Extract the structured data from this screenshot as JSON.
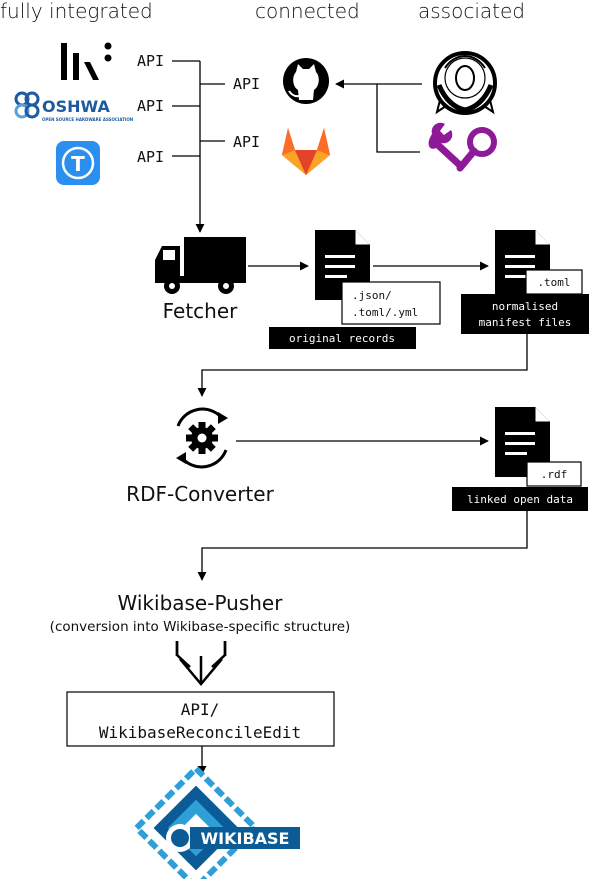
{
  "headers": {
    "fully_integrated": "fully integrated",
    "connected": "connected",
    "associated": "associated"
  },
  "api": {
    "left_1": "API",
    "left_2": "API",
    "left_3": "API",
    "connected_1": "API",
    "connected_2": "API"
  },
  "platforms": {
    "oshwa_name": "OSHWA",
    "oshwa_tagline": "OPEN SOURCE HARDWARE ASSOCIATION",
    "thingiverse_letter": "T",
    "github_icon": "github-icon",
    "gitlab_icon": "gitlab-icon"
  },
  "fetcher": {
    "label": "Fetcher",
    "original_ext": ".json/\n.toml/.yml",
    "original_ext_line1": ".json/",
    "original_ext_line2": ".toml/.yml",
    "original_badge": "original records",
    "normalised_ext": ".toml",
    "normalised_badge_line1": "normalised",
    "normalised_badge_line2": "manifest files"
  },
  "converter": {
    "label": "RDF-Converter",
    "output_ext": ".rdf",
    "output_badge": "linked open data"
  },
  "pusher": {
    "label": "Wikibase-Pusher",
    "sublabel": "(conversion into Wikibase-specific structure)",
    "api_line1": "API/",
    "api_line2": "WikibaseReconcileEdit"
  },
  "wikibase": {
    "logo_text": "WIKIBASE"
  },
  "colors": {
    "oshwa_blue": "#1e5aa0",
    "thingiverse_blue": "#2b8ff0",
    "gitlab_orange": "#e24329",
    "gitlab_light": "#fca326",
    "wrench_purple": "#8e1a9a",
    "wikibase_blue": "#0b5c96",
    "wikibase_light": "#2f9fd8"
  }
}
